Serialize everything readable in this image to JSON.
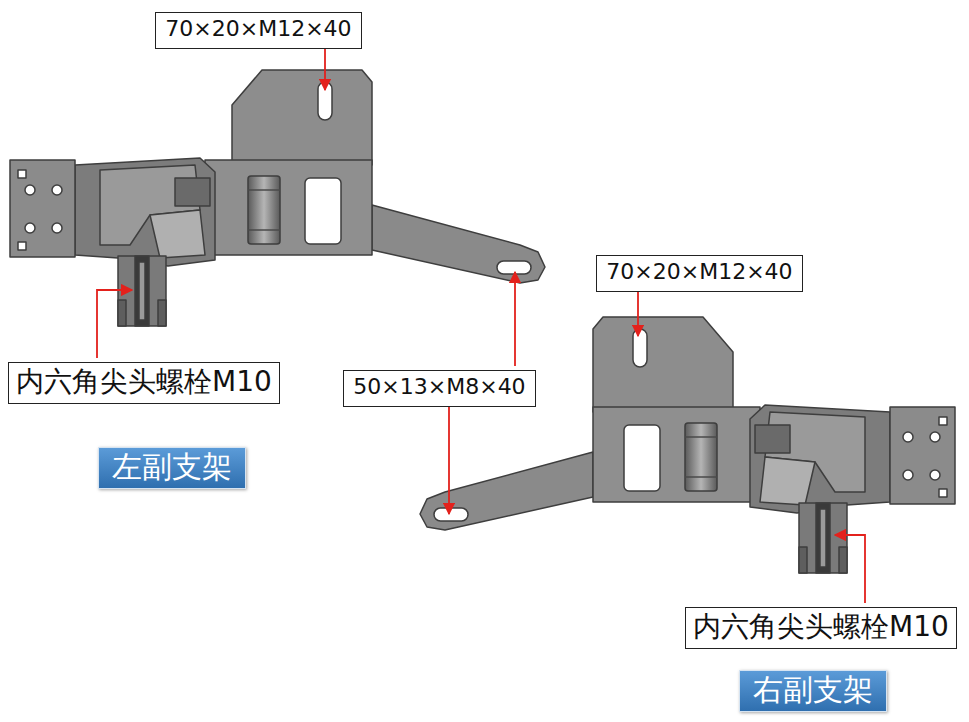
{
  "diagram": {
    "nodes": [
      {
        "text": [
          "70×20×M12×40"
        ]
      },
      {
        "text": [
          "70×20×M12×40"
        ]
      },
      {
        "text": [
          "内六角尖头螺栓M10"
        ]
      },
      {
        "text": [
          "50×13×M8×40"
        ]
      },
      {
        "text": [
          "左副支架"
        ]
      },
      {
        "text": [
          "内六角尖头螺栓M10"
        ]
      },
      {
        "text": [
          "右副支架"
        ]
      }
    ]
  }
}
